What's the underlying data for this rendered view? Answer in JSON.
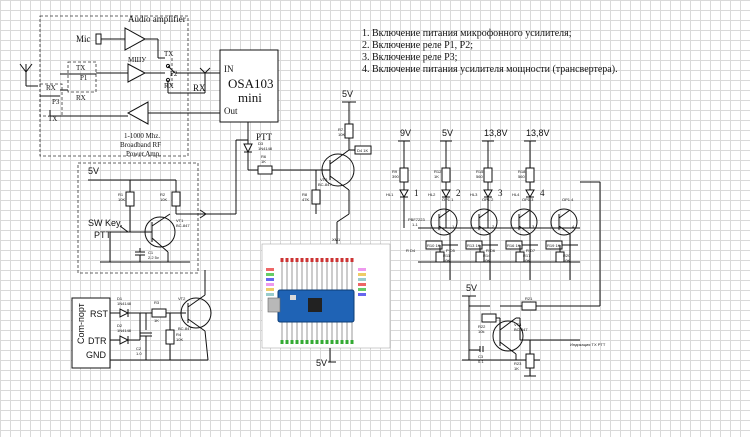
{
  "notes": [
    "1. Включение питания микрофонного усилителя;",
    "2. Включение реле Р1, Р2;",
    "3. Включение реле Р3;",
    "4. Включение питания усилителя мощности (трансвертера)."
  ],
  "amplifier_block": {
    "audio_amplifier_label": "Audio amplifier",
    "mic_label": "Mic",
    "mshu_label": "МШУ",
    "tx_labels": [
      "TX",
      "TX",
      "TX"
    ],
    "rx_labels": [
      "RX",
      "RX",
      "RX"
    ],
    "relay_labels": [
      "P1",
      "P2",
      "P3"
    ],
    "rf_amp_label": [
      "1-1000 Mhz.",
      "Broadband RF",
      "Power Amp."
    ]
  },
  "transceiver": {
    "name_line1": "OSA103",
    "name_line2": "mini",
    "in_label": "IN",
    "rx_label": "RX",
    "out_label": "Out"
  },
  "ptt_section": {
    "ptt_label": "PTT",
    "d3_labels": [
      "D3",
      "1N4148"
    ],
    "r6_labels": [
      "R6",
      "1K"
    ],
    "r7_labels": [
      "R7",
      "10K"
    ],
    "r8_labels": [
      "R8",
      "47K"
    ],
    "vt3_labels": [
      "VT3",
      "BC-847"
    ],
    "d4_label": "D4 1K",
    "supply": "5V"
  },
  "sw_key_block": {
    "supply": "5V",
    "label_line1": "SW Key,",
    "label_line2": "PTT",
    "r1_labels": [
      "R1",
      "10K"
    ],
    "r2_labels": [
      "R2",
      "10K"
    ],
    "vt1_labels": [
      "VT1",
      "BC-847"
    ],
    "c_labels": [
      "C1",
      "2.2 5v"
    ]
  },
  "com_port": {
    "title": "Com-порт",
    "pins": [
      "RST",
      "DTR",
      "GND"
    ],
    "d1_labels": [
      "D1",
      "1N4148"
    ],
    "d2_labels": [
      "D2",
      "1N4148"
    ],
    "r3_labels": [
      "R3",
      "1K"
    ],
    "r4_labels": [
      "R4",
      "10K"
    ],
    "c2_labels": [
      "C2",
      "1.0"
    ],
    "vt2_labels": [
      "VT2",
      "BC-847"
    ]
  },
  "arduino": {
    "header_label": "XM1",
    "supply": "5V"
  },
  "relay_drivers": {
    "supplies": [
      "9V",
      "5V",
      "13,8V",
      "13,8V"
    ],
    "numbers": [
      "1",
      "2",
      "3",
      "4"
    ],
    "top_resistors": [
      [
        "R9",
        "390"
      ],
      [
        "R12",
        "1K"
      ],
      [
        "R15",
        "560"
      ],
      [
        "R18",
        "560"
      ]
    ],
    "leds": [
      "HL1",
      "HL2",
      "HL3",
      "HL4"
    ],
    "optos": [
      [
        "OP1.1",
        "1"
      ],
      [
        "OP1.2",
        "2"
      ],
      [
        "OP1.3",
        "3"
      ],
      [
        "OP1.4",
        "4"
      ]
    ],
    "chip": [
      "PBF7223",
      "1-1"
    ],
    "driver_resistors": [
      "R10 1K",
      "R13 1K",
      "R16 1K",
      "R19 1K"
    ],
    "driver_labels": [
      "R D4",
      "P D5",
      "R D6",
      "R D7"
    ],
    "bottom_resistors": [
      [
        "R11",
        "10K"
      ],
      [
        "R14",
        "10K"
      ],
      [
        "R17",
        "10K"
      ],
      [
        "R20",
        "10K"
      ]
    ]
  },
  "bottom_right": {
    "supply": "5V",
    "r21": "R21",
    "r22_labels": [
      "R22",
      "10k"
    ],
    "c3_labels": [
      "C3",
      "0.1"
    ],
    "vt4_labels": [
      "VT4",
      "BC-847"
    ],
    "r23_labels": [
      "R23",
      "1K"
    ],
    "output_label": "Индикация TX PTT"
  }
}
